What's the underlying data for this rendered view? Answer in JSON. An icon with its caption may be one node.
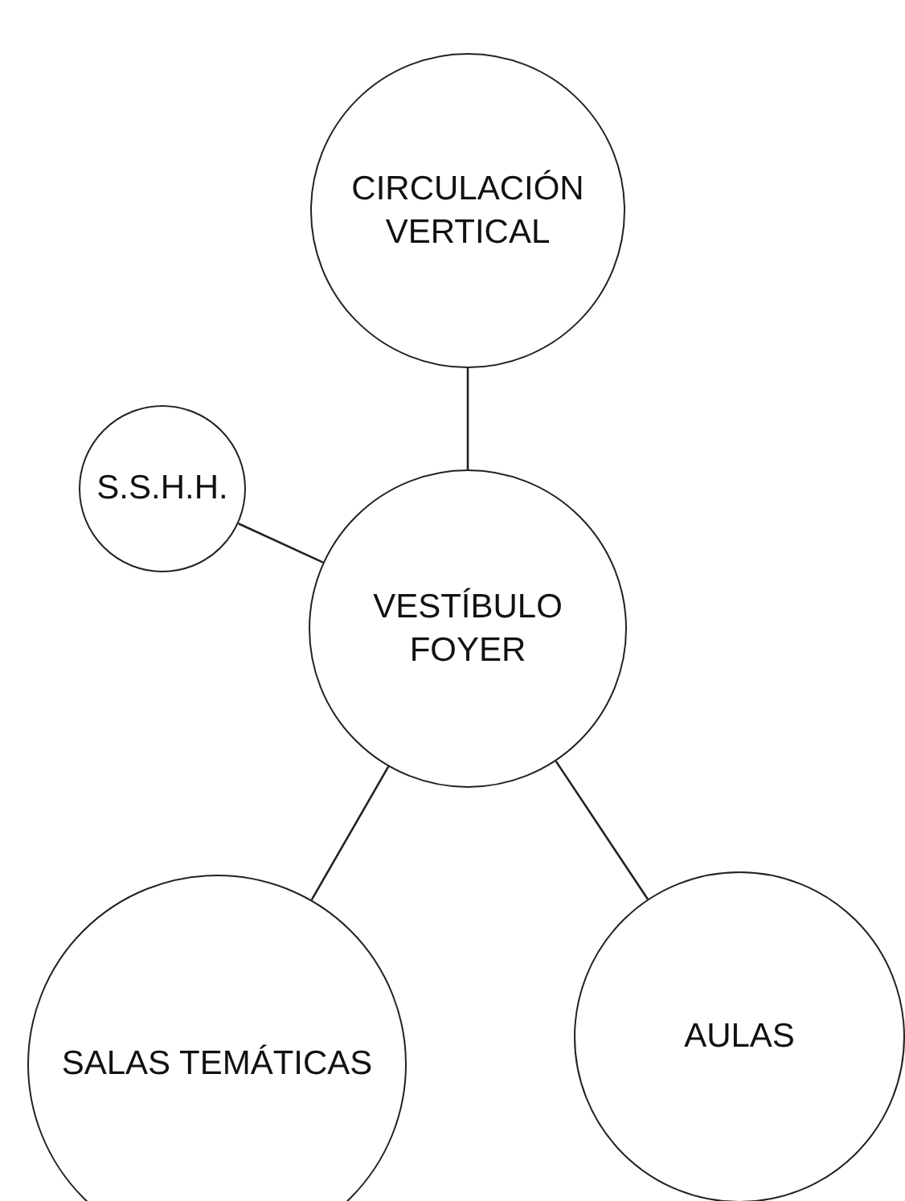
{
  "diagram": {
    "nodes": [
      {
        "text": [
          "CIRCULACIÓN VERTICAL"
        ]
      },
      {
        "text": [
          "S.S.H.H."
        ]
      },
      {
        "text": [
          "VESTÍBULO FOYER"
        ]
      },
      {
        "text": [
          "SALAS TEMÁTICAS"
        ]
      },
      {
        "text": [
          "AULAS"
        ]
      }
    ],
    "edges": [
      {
        "from": 0,
        "to": 2,
        "arrow": "none"
      },
      {
        "from": 1,
        "to": 2,
        "arrow": "none"
      },
      {
        "from": 2,
        "to": 3,
        "arrow": "none"
      },
      {
        "from": 2,
        "to": 4,
        "arrow": "none"
      }
    ]
  }
}
